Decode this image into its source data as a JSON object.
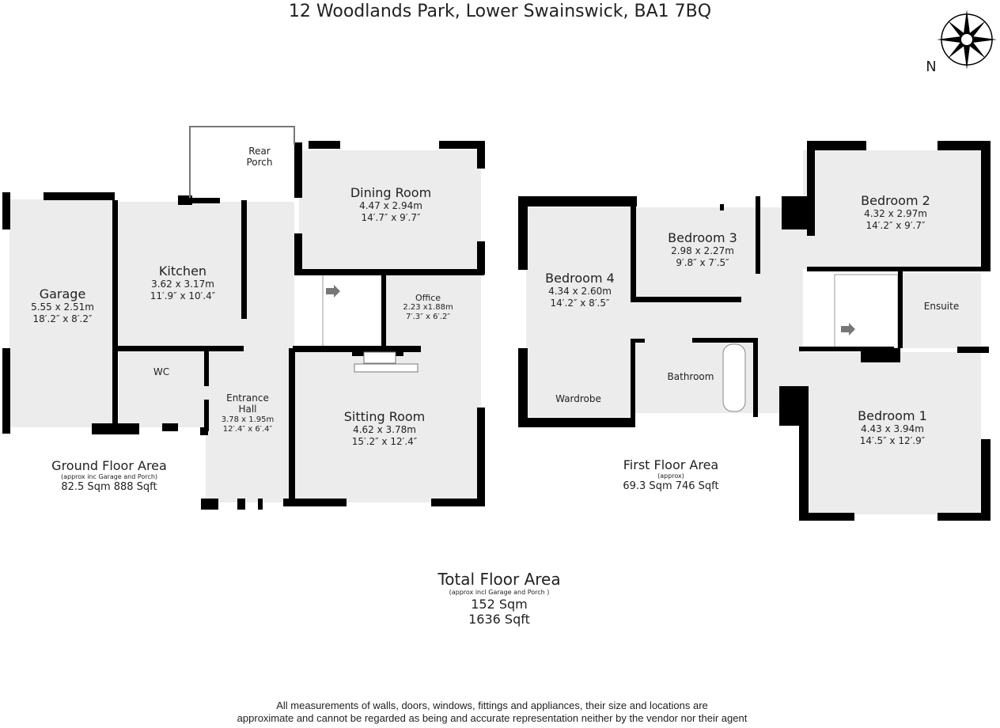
{
  "title": "12 Woodlands Park, Lower Swainswick, BA1 7BQ",
  "compass": {
    "icon": "compass-rose-icon",
    "label": "N"
  },
  "ground_floor": {
    "rooms": {
      "rear_porch": {
        "name": "Rear",
        "name2": "Porch"
      },
      "garage": {
        "name": "Garage",
        "metric": "5.55 x 2.51m",
        "imperial": "18′.2″ x 8′.2″"
      },
      "kitchen": {
        "name": "Kitchen",
        "metric": "3.62 x 3.17m",
        "imperial": "11′.9″ x 10′.4″"
      },
      "dining": {
        "name": "Dining Room",
        "metric": "4.47 x 2.94m",
        "imperial": "14′.7″ x 9′.7″"
      },
      "office": {
        "name": "Office",
        "metric": "2.23 x1.88m",
        "imperial": "7′.3″ x 6′.2″"
      },
      "wc": {
        "name": "WC"
      },
      "hall": {
        "name": "Entrance",
        "name2": "Hall",
        "metric": "3.78 x 1.95m",
        "imperial": "12′.4″ x 6′.4″"
      },
      "sitting": {
        "name": "Sitting Room",
        "metric": "4.62 x 3.78m",
        "imperial": "15′.2″ x 12′.4″"
      }
    },
    "area": {
      "heading": "Ground Floor Area",
      "note": "(approx inc Garage and Porch)",
      "value": "82.5 Sqm  888 Sqft"
    }
  },
  "first_floor": {
    "rooms": {
      "bed4": {
        "name": "Bedroom 4",
        "metric": "4.34 x 2.60m",
        "imperial": "14′.2″ x 8′.5″"
      },
      "wardrobe": {
        "name": "Wardrobe"
      },
      "bed3": {
        "name": "Bedroom 3",
        "metric": "2.98 x 2.27m",
        "imperial": "9′.8″ x 7′.5″"
      },
      "bed2": {
        "name": "Bedroom 2",
        "metric": "4.32 x 2.97m",
        "imperial": "14′.2″ x 9′.7″"
      },
      "bathroom": {
        "name": "Bathroom"
      },
      "ensuite": {
        "name": "Ensuite"
      },
      "bed1": {
        "name": "Bedroom 1",
        "metric": "4.43 x 3.94m",
        "imperial": "14′.5″ x 12′.9″"
      }
    },
    "area": {
      "heading": "First Floor Area",
      "note": "(approx)",
      "value": "69.3 Sqm  746 Sqft"
    }
  },
  "total": {
    "heading": "Total Floor Area",
    "note": "(approx incl Garage and Porch )",
    "sqm": "152 Sqm",
    "sqft": "1636 Sqft"
  },
  "disclaimer": {
    "line1": "All measurements of walls, doors, windows, fittings and appliances, their size and locations are",
    "line2": "approximate and cannot be regarded as being and accurate representation neither by the vendor nor their agent"
  },
  "colors": {
    "wall": "#000000",
    "floor": "#ececec",
    "arrow": "#777777"
  }
}
